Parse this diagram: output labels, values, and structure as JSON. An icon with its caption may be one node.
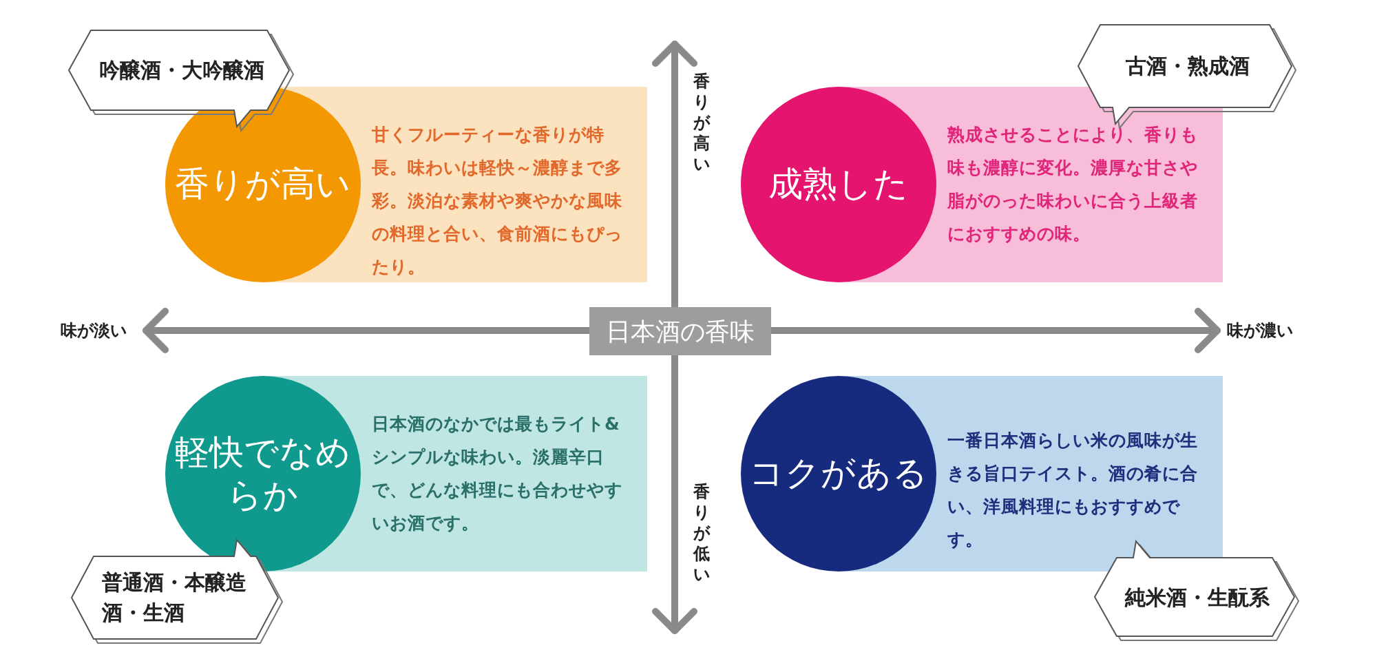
{
  "diagram": {
    "nodes": [
      {
        "text": [
          "吟醸酒・大吟醸酒"
        ]
      },
      {
        "text": [
          "香りが高い"
        ]
      },
      {
        "text": [
          "甘くフルーティーな香りが特長。味わいは軽快～濃醇まで多彩。淡泊な素材や爽やかな風味の料理と合い、食前酒にもぴったり。"
        ]
      },
      {
        "text": [
          "古酒・熟成酒"
        ]
      },
      {
        "text": [
          "成熟した"
        ]
      },
      {
        "text": [
          "熟成させることにより、香りも味も濃醇に変化。濃厚な甘さや脂がのった味わいに合う上級者におすすめの味。"
        ]
      },
      {
        "text": [
          "日本酒の香味"
        ]
      },
      {
        "text": [
          "軽快でなめらか"
        ]
      },
      {
        "text": [
          "日本酒のなかでは最もライト&シンプルな味わい。淡麗辛口で、どんな料理にも合わせやすいお酒です。"
        ]
      },
      {
        "text": [
          "普通酒・本醸造酒・生酒"
        ]
      },
      {
        "text": [
          "コクがある"
        ]
      },
      {
        "text": [
          "一番日本酒らしい米の風味が生きる旨口テイスト。酒の肴に合い、洋風料理にもおすすめです。"
        ]
      },
      {
        "text": [
          "純米酒・生酛系"
        ]
      }
    ],
    "labels": [
      "香りが高い",
      "味が淡い",
      "味が濃い",
      "香りが低い"
    ]
  }
}
